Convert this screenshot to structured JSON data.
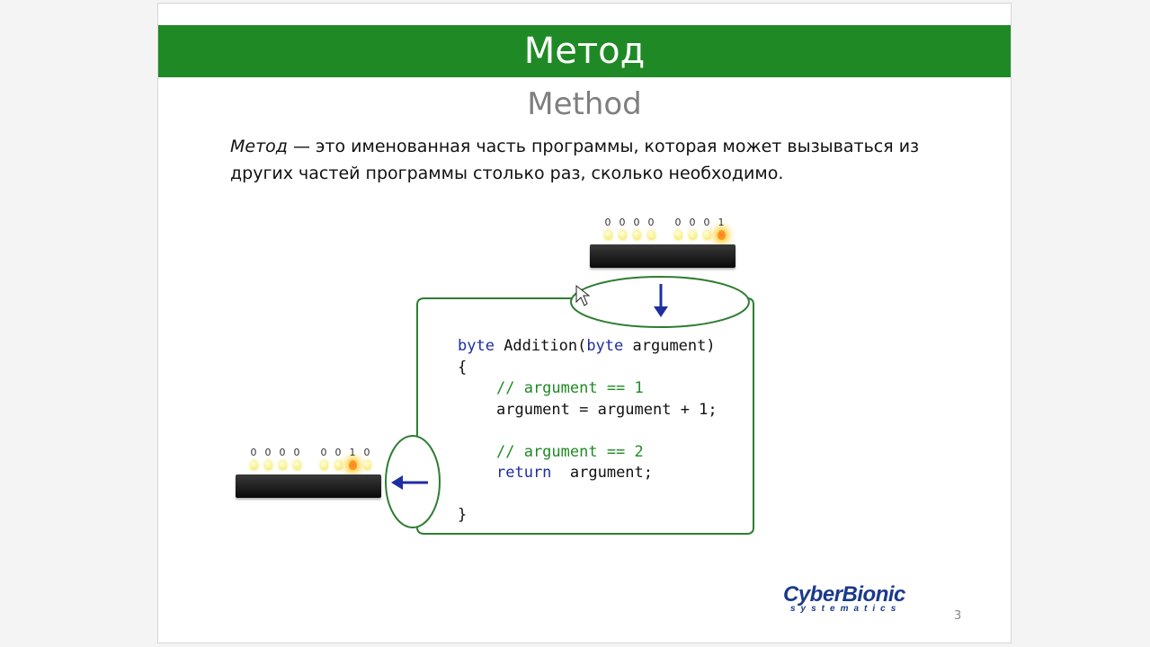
{
  "slide": {
    "title": "Метод",
    "subtitle": "Method",
    "definition_term": "Метод",
    "definition_rest": " — это именованная часть программы, которая может вызываться из других частей программы столько раз, сколько необходимо.",
    "page_number": "3"
  },
  "top_register": {
    "digits": [
      "0",
      "0",
      "0",
      "0",
      "0",
      "0",
      "0",
      "1"
    ],
    "lit": [
      false,
      false,
      false,
      false,
      false,
      false,
      false,
      true
    ]
  },
  "bottom_register": {
    "digits": [
      "0",
      "0",
      "0",
      "0",
      "0",
      "0",
      "1",
      "0"
    ],
    "lit": [
      false,
      false,
      false,
      false,
      false,
      false,
      true,
      false
    ]
  },
  "code": {
    "line1_kw1": "byte",
    "line1_mid": " Addition(",
    "line1_kw2": "byte",
    "line1_end": " argument)",
    "line2": "{",
    "line3": "// argument == 1",
    "line4": "argument = argument + 1;",
    "line5": "// argument == 2",
    "line6_kw": "return",
    "line6_rest": "  argument;",
    "line7": "}"
  },
  "logo": {
    "brand": "CyberBionic",
    "tagline": "systematics"
  },
  "colors": {
    "title_bar": "#1f8a25",
    "arrow": "#1f2ea0",
    "frame": "#2e7d32"
  }
}
